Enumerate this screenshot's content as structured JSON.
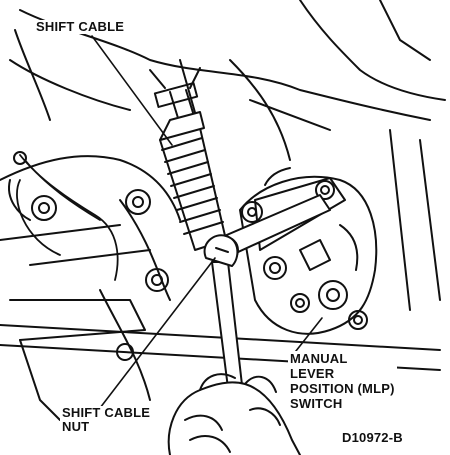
{
  "labels": {
    "shift_cable": "SHIFT CABLE",
    "mlp_line1": "MANUAL",
    "mlp_line2": "LEVER",
    "mlp_line3": "POSITION (MLP)",
    "mlp_line4": "SWITCH",
    "nut_line1": "SHIFT CABLE",
    "nut_line2": "NUT",
    "figure_code": "D10972-B"
  },
  "colors": {
    "ink": "#111111",
    "paper": "#ffffff"
  }
}
